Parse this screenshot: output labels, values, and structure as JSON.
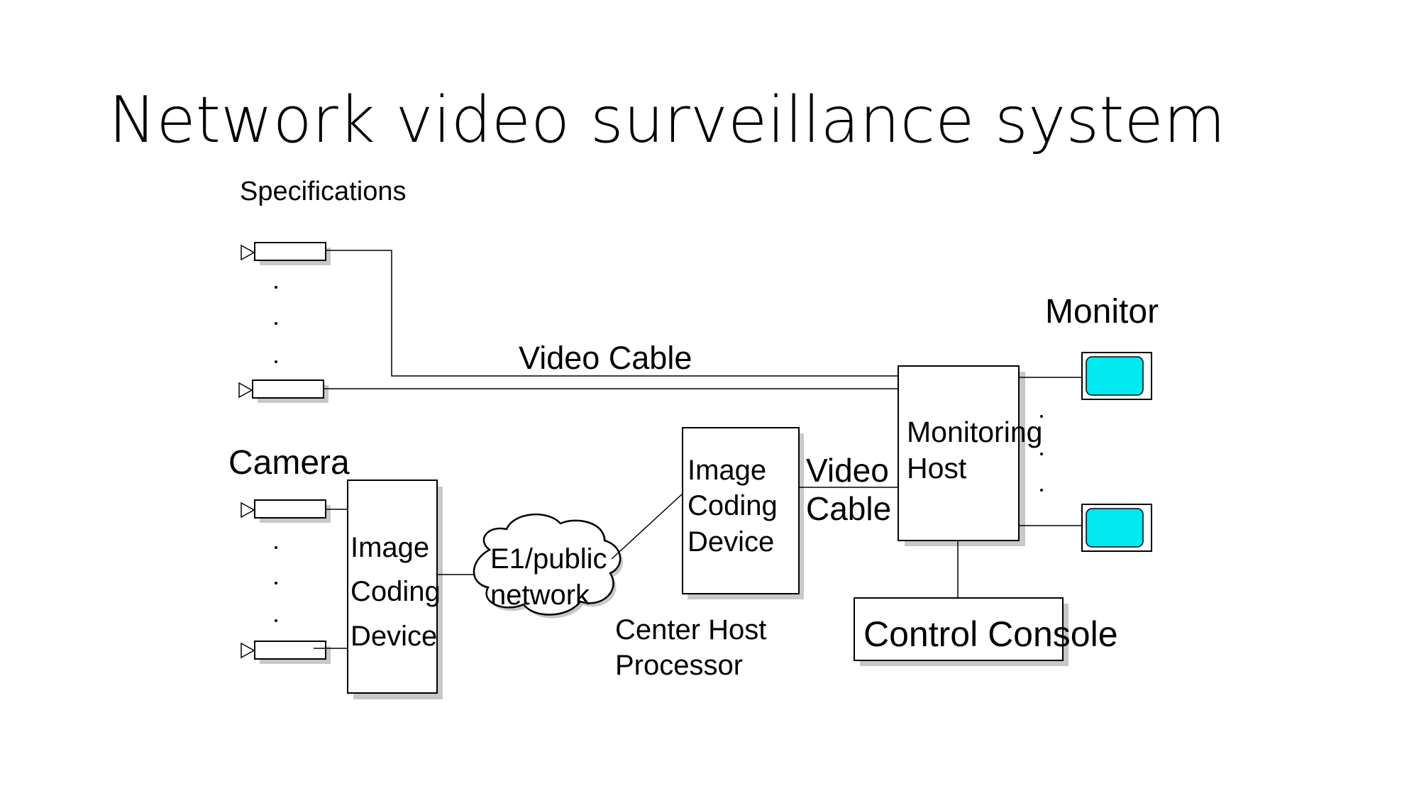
{
  "slide": {
    "title": "Network video surveillance system"
  },
  "labels": {
    "specifications": "Specifications",
    "video_cable_top": "Video Cable",
    "camera": "Camera",
    "monitor": "Monitor",
    "coding_left": [
      "Image",
      "Coding",
      "Device"
    ],
    "network": [
      "E1/public",
      "network"
    ],
    "coding_center": [
      "Image",
      "Coding",
      "Device"
    ],
    "video_cable_mid": [
      "Video",
      "Cable"
    ],
    "monitoring_host": [
      "Monitoring",
      "Host"
    ],
    "center_host": [
      "Center Host",
      "Processor"
    ],
    "control_console": "Control Console"
  },
  "colors": {
    "monitor_screen": "#00E8F0",
    "shadow": "#C8C8C8",
    "line": "#000000"
  },
  "icons": {
    "camera": "camera-icon",
    "monitor": "monitor-icon",
    "network": "cloud-icon"
  }
}
